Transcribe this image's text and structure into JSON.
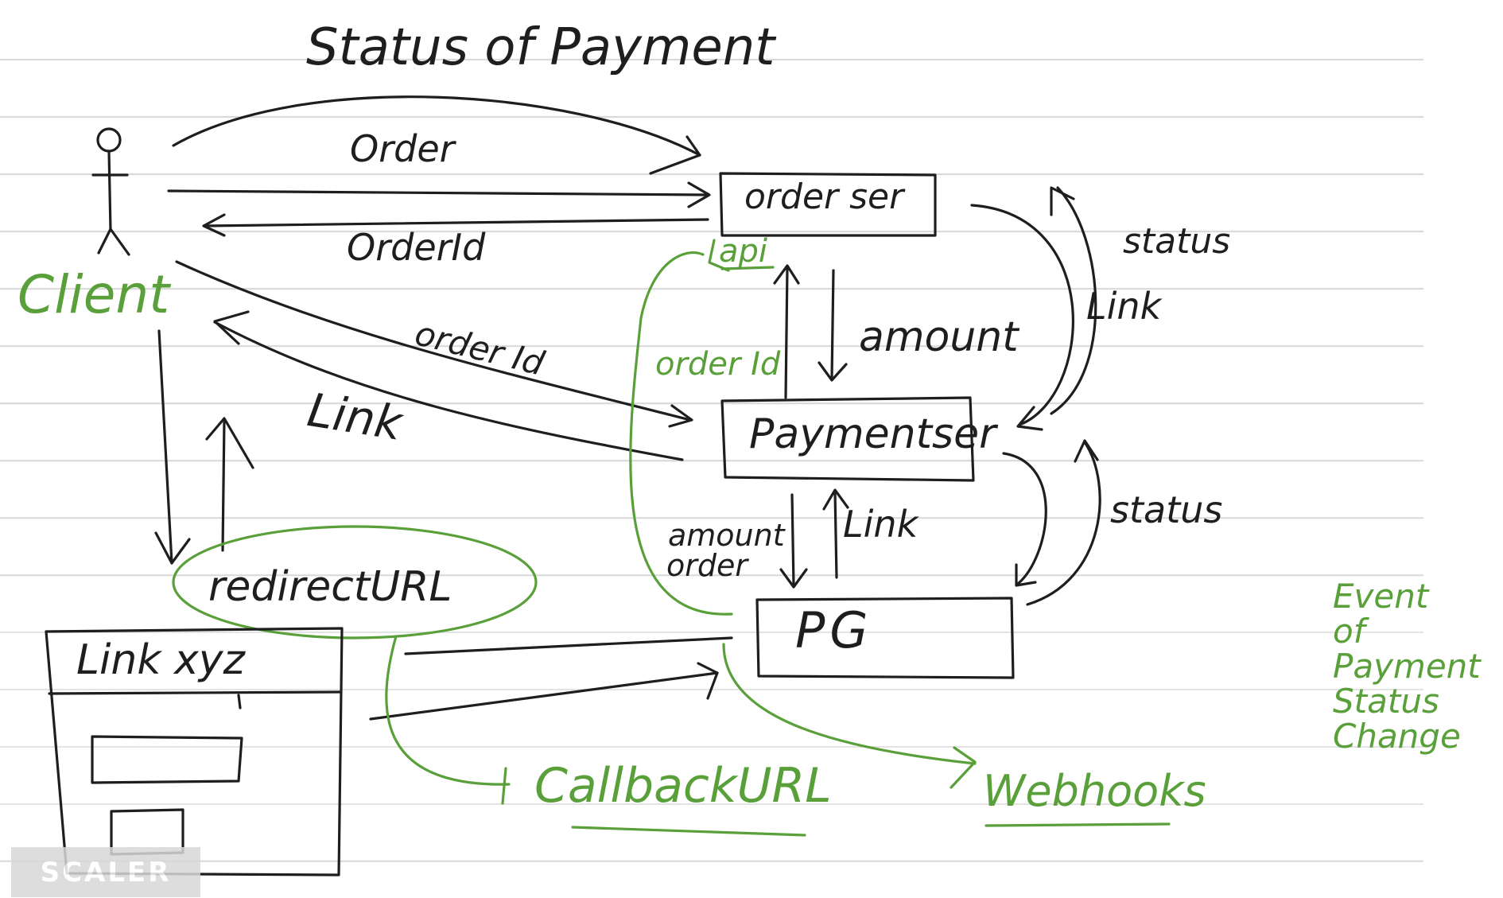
{
  "labels": {
    "status_of_payment": "Status of Payment",
    "order": "Order",
    "order_id_top": "OrderId",
    "client": "Client",
    "order_id_mid": "order Id",
    "link_left": "Link",
    "order_service": "order ser",
    "api": "api",
    "order_id_green": "order Id",
    "amount_top": "amount",
    "payment_service": "Paymentser",
    "status_top": "status",
    "link_right": "Link",
    "status_bottom": "status",
    "amount_left": "amount",
    "order_left": "order",
    "link_mid": "Link",
    "redirect_url": "redirectURL",
    "pg": "PG",
    "link_xyz": "Link xyz",
    "callback_url": "CallbackURL",
    "webhooks": "Webhooks",
    "event_note": [
      "Event",
      "of",
      "Payment",
      "Status",
      "Change"
    ]
  },
  "watermark": "SCALER",
  "colors": {
    "ink": "#1e1e1e",
    "green": "#5aa03a",
    "ruled_line": "#d9d9d9"
  }
}
